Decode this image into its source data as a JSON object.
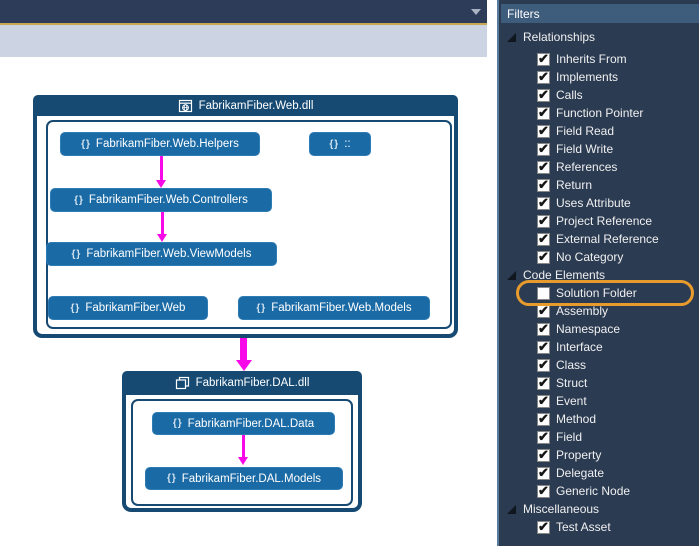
{
  "window": {
    "top_dropdown_icon": "chevron-down-icon"
  },
  "filters": {
    "title": "Filters",
    "sections": [
      {
        "label": "Relationships",
        "expanded": true,
        "items": [
          {
            "label": "Inherits From",
            "checked": true
          },
          {
            "label": "Implements",
            "checked": true
          },
          {
            "label": "Calls",
            "checked": true
          },
          {
            "label": "Function Pointer",
            "checked": true
          },
          {
            "label": "Field Read",
            "checked": true
          },
          {
            "label": "Field Write",
            "checked": true
          },
          {
            "label": "References",
            "checked": true
          },
          {
            "label": "Return",
            "checked": true
          },
          {
            "label": "Uses Attribute",
            "checked": true
          },
          {
            "label": "Project Reference",
            "checked": true
          },
          {
            "label": "External Reference",
            "checked": true
          },
          {
            "label": "No Category",
            "checked": true
          }
        ]
      },
      {
        "label": "Code Elements",
        "expanded": true,
        "items": [
          {
            "label": "Solution Folder",
            "checked": false,
            "highlighted": true
          },
          {
            "label": "Assembly",
            "checked": true
          },
          {
            "label": "Namespace",
            "checked": true
          },
          {
            "label": "Interface",
            "checked": true
          },
          {
            "label": "Class",
            "checked": true
          },
          {
            "label": "Struct",
            "checked": true
          },
          {
            "label": "Event",
            "checked": true
          },
          {
            "label": "Method",
            "checked": true
          },
          {
            "label": "Field",
            "checked": true
          },
          {
            "label": "Property",
            "checked": true
          },
          {
            "label": "Delegate",
            "checked": true
          },
          {
            "label": "Generic Node",
            "checked": true
          }
        ]
      },
      {
        "label": "Miscellaneous",
        "expanded": true,
        "items": [
          {
            "label": "Test Asset",
            "checked": true
          }
        ]
      }
    ]
  },
  "diagram": {
    "groups": {
      "web": {
        "title": "FabrikamFiber.Web.dll",
        "icon": "web-application-icon"
      },
      "dal": {
        "title": "FabrikamFiber.DAL.dll",
        "icon": "module-stack-icon"
      }
    },
    "nodes": {
      "helpers": {
        "label": "FabrikamFiber.Web.Helpers"
      },
      "global_ns": {
        "label": "::"
      },
      "controllers": {
        "label": "FabrikamFiber.Web.Controllers"
      },
      "viewmodels": {
        "label": "FabrikamFiber.Web.ViewModels"
      },
      "web": {
        "label": "FabrikamFiber.Web"
      },
      "web_models": {
        "label": "FabrikamFiber.Web.Models"
      },
      "dal_data": {
        "label": "FabrikamFiber.DAL.Data"
      },
      "dal_models": {
        "label": "FabrikamFiber.DAL.Models"
      }
    },
    "edges": [
      {
        "from": "FabrikamFiber.Web.Helpers",
        "to": "FabrikamFiber.Web.Controllers",
        "thick": false
      },
      {
        "from": "FabrikamFiber.Web.Controllers",
        "to": "FabrikamFiber.Web.ViewModels",
        "thick": false
      },
      {
        "from": "FabrikamFiber.Web.dll",
        "to": "FabrikamFiber.DAL.dll",
        "thick": true
      },
      {
        "from": "FabrikamFiber.DAL.Data",
        "to": "FabrikamFiber.DAL.Models",
        "thick": false
      }
    ]
  },
  "icons": {
    "namespace_glyph": "{}",
    "check_glyph": "✔"
  },
  "colors": {
    "edge_magenta": "#f80ae8",
    "node_blue": "#1a6aa5",
    "group_navy": "#164a73",
    "panel_bg": "#2b3b52",
    "panel_header_bg": "#3e5c7c",
    "highlight_orange": "#e79b2d",
    "topbar_gold": "#c9a852",
    "topbar_bg": "#2d3c58",
    "toolbar_strip_bg": "#ccd3e2"
  }
}
